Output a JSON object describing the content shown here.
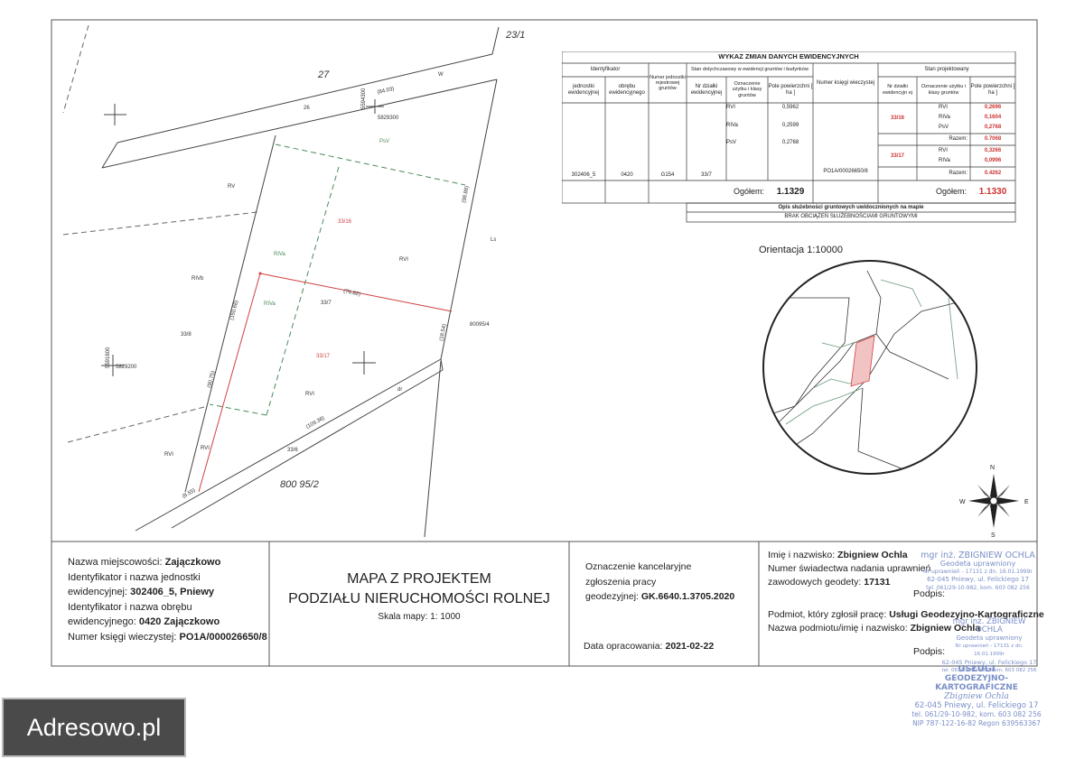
{
  "map": {
    "top_mark": "23/1",
    "handwritten_27": "27",
    "handwritten_plot": "800 95/2",
    "label_w": "W",
    "label_26": "26",
    "label_dim_top": "(84.03)",
    "coord_y_top": "5594300",
    "coord_x_top": "5829300",
    "coord_y_left": "5591600",
    "coord_x_left": "5829200",
    "label_psv": "PsV",
    "label_rv": "RV",
    "label_3316": "33/16",
    "label_riva": "RIVa",
    "label_rvi_a": "RVI",
    "label_rivb": "RIVb",
    "label_riva2": "RIVa",
    "label_337": "33/7",
    "label_dim_mid": "(76.82)",
    "label_338": "33/8",
    "label_3317": "33/17",
    "label_rvi_b": "RVI",
    "label_dr": "dr",
    "label_dim_bot": "(109.36)",
    "label_336": "33/6",
    "label_rvi_c": "RVI",
    "label_rvi_d": "RVI",
    "label_ls": "Ls",
    "label_80095": "80095/4",
    "label_dim_left": "(150.68)",
    "label_dim_left2": "(90.75)",
    "label_dim_right": "(98.88)",
    "label_dim_right2": "(18.54)",
    "label_dim_corner": "(8.55)"
  },
  "table": {
    "title": "WYKAZ ZMIAN DANYCH EWIDENCYJNYCH",
    "identyfikator": "Identyfikator",
    "col_jednostki": "jednostki ewidencyjnej",
    "col_obrebu": "obrębu ewidencyjnego",
    "col_numer_jedn": "Numer jednostki rejestrowej gruntów",
    "stan_dotychczasowy": "Stan dotychczasowy w ewidencji gruntów i budynków",
    "col_nr_dzialki": "Nr działki ewidencyjnej",
    "col_oznaczenie": "Oznaczenie użytku i klasy gruntów",
    "col_pole": "Pole powierzchni [ ha ]",
    "col_numer_ksiegi": "Numer księgi wieczystej",
    "stan_projektowany": "Stan projektowany",
    "col_nr_dzialki2": "Nr działki ewidencyjn ej",
    "col_oznaczenie2": "Oznaczenie użytku i klasy gruntów",
    "col_pole2": "Pole powierzchni [ ha ]",
    "val_jednostka": "302406_5",
    "val_obreb": "0420",
    "val_g": "G154",
    "val_dzialka": "33/7",
    "old_rows": [
      {
        "use": "RVI",
        "area": "0,5962"
      },
      {
        "use": "RIVa",
        "area": "0,2599"
      },
      {
        "use": "PsV",
        "area": "0,2768"
      }
    ],
    "kw": "PO1A/00026650/8",
    "new_plot1": "33/16",
    "new_rows1": [
      {
        "use": "RVI",
        "area": "0,2696"
      },
      {
        "use": "RIVa",
        "area": "0,1604"
      },
      {
        "use": "PsV",
        "area": "0,2768"
      }
    ],
    "razem_label": "Razem:",
    "razem1": "0.7068",
    "new_plot2": "33/17",
    "new_rows2": [
      {
        "use": "RVI",
        "area": "0,3266"
      },
      {
        "use": "RIVa",
        "area": "0,0996"
      }
    ],
    "razem2": "0.4262",
    "ogolem_label": "Ogółem:",
    "ogolem_old": "1.1329",
    "ogolem_new": "1.1330",
    "opis": "Opis służebności gruntowych uwidocznionych na mapie",
    "brak": "BRAK OBCIĄŻEŃ SŁUŻEBNOŚCIAMI GRUNTOWYMI"
  },
  "orientation": "Orientacja 1:10000",
  "compass": {
    "n": "N",
    "e": "E",
    "s": "S",
    "w": "W"
  },
  "footer": {
    "left": {
      "l1a": "Nazwa miejscowości: ",
      "l1b": "Zajączkowo",
      "l2": "Identyfikator i nazwa jednostki",
      "l3a": "ewidencyjnej: ",
      "l3b": "302406_5, Pniewy",
      "l4": "Identyfikator i nazwa obrębu",
      "l5a": "ewidencyjnego: ",
      "l5b": "0420 Zajączkowo",
      "l6a": "Numer księgi wieczystej: ",
      "l6b": "PO1A/000026650/8"
    },
    "title1": "MAPA Z PROJEKTEM",
    "title2": "PODZIAŁU NIERUCHOMOŚCI ROLNEJ",
    "scale": "Skala mapy: 1: 1000",
    "mid": {
      "l1": "Oznaczenie kancelaryjne",
      "l2": "zgłoszenia pracy",
      "l3a": "geodezyjnej: ",
      "l3b": "GK.6640.1.3705.2020",
      "l4a": "Data opracowania: ",
      "l4b": "2021-02-22"
    },
    "right": {
      "l1a": "Imię i nazwisko: ",
      "l1b": "Zbigniew Ochla",
      "l2": "Numer świadectwa nadania uprawnień",
      "l3a": "zawodowych geodety: ",
      "l3b": "17131",
      "podpis": "Podpis:",
      "l4a": "Podmiot, który zgłosił pracę: ",
      "l4b": "Usługi Geodezyjno-Kartograficzne",
      "l5a": "Nazwa podmiotu/imię i nazwisko: ",
      "l5b": "Zbigniew Ochla",
      "podpis2": "Podpis:"
    }
  },
  "stamps": {
    "s1_name": "mgr inż. ZBIGNIEW OCHLA",
    "s1_role": "Geodeta uprawniony",
    "s1_nr": "Nr uprawnień - 17131 z dn. 16.01.1999r",
    "s1_addr": "62-045 Pniewy, ul. Felickiego 17",
    "s1_tel": "tel. 061/29-10-982, kom. 603 082 256",
    "s2_name": "mgr inż. ZBIGNIEW OCHLA",
    "s2_role": "Geodeta uprawniony",
    "s2_nr": "Nr uprawnień - 17131 z dn. 16.01.1999r",
    "s2_addr": "62-045 Pniewy, ul. Felickiego 17",
    "s2_tel": "tel. 061/29-10-982, kom. 603 082 256",
    "s3_l1": "USŁUGI",
    "s3_l2": "GEODEZYJNO-KARTOGRAFICZNE",
    "s3_l3": "Zbigniew Ochla",
    "s3_l4": "62-045 Pniewy, ul. Felickiego 17",
    "s3_l5": "tel. 061/29-10-982, kom. 603 082 256",
    "s3_l6": "NIP 787-122-16-82  Regon 639563367"
  },
  "watermark": "Adresowo.pl",
  "colors": {
    "line": "#444444",
    "red": "#d04040",
    "green": "#5a9a6a",
    "stamp": "#7a8fc8"
  }
}
